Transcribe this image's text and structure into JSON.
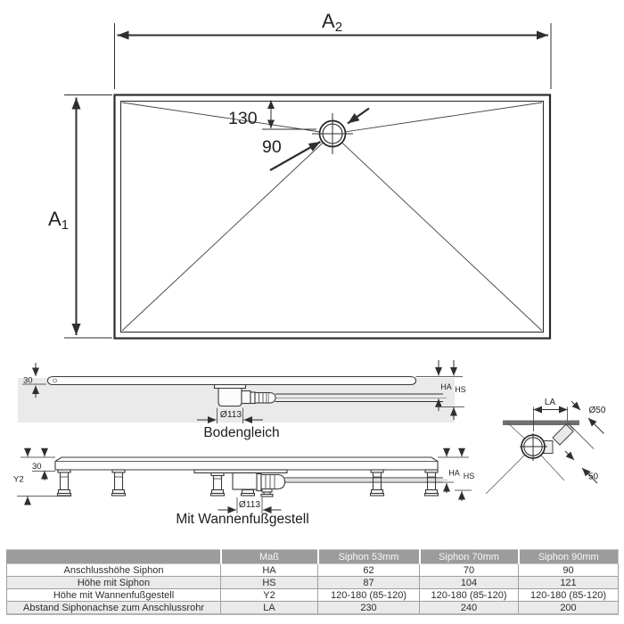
{
  "plan": {
    "a2_main": "A",
    "a2_sub": "2",
    "a1_main": "A",
    "a1_sub": "1",
    "dim_depth": "130",
    "dim_drain": "90"
  },
  "bodengleich": {
    "caption": "Bodengleich",
    "dim_thickness": "30",
    "dim_diameter": "Ø113",
    "dim_ha": "HA",
    "dim_hs": "HS"
  },
  "wannenfuss": {
    "caption": "Mit Wannenfußgestell",
    "dim_thickness": "30",
    "dim_y2": "Y2",
    "dim_diameter": "Ø113",
    "dim_ha": "HA",
    "dim_hs": "HS"
  },
  "detail": {
    "dim_la": "LA",
    "dim_d50": "Ø50",
    "dim_50": "50"
  },
  "table": {
    "headers": [
      "",
      "Maß",
      "Siphon 53mm",
      "Siphon 70mm",
      "Siphon 90mm"
    ],
    "rows": [
      {
        "label": "Anschlusshöhe Siphon",
        "code": "HA",
        "siphon53": "62",
        "siphon70": "70",
        "siphon90": "90"
      },
      {
        "label": "Höhe mit Siphon",
        "code": "HS",
        "siphon53": "87",
        "siphon70": "104",
        "siphon90": "121"
      },
      {
        "label": "Höhe mit Wannenfußgestell",
        "code": "Y2",
        "siphon53": "120-180 (85-120)",
        "siphon70": "120-180 (85-120)",
        "siphon90": "120-180 (85-120)"
      },
      {
        "label": "Abstand Siphonachse zum Anschlussrohr",
        "code": "LA",
        "siphon53": "230",
        "siphon70": "240",
        "siphon90": "200"
      }
    ]
  },
  "colors": {
    "line": "#2f2f2f",
    "floor_band": "#eaeaea",
    "table_header_bg": "#9c9c9c",
    "table_header_text": "#f8f8f8",
    "table_alt_row": "#eaeaea",
    "detail_wall": "#6f6f6f"
  }
}
